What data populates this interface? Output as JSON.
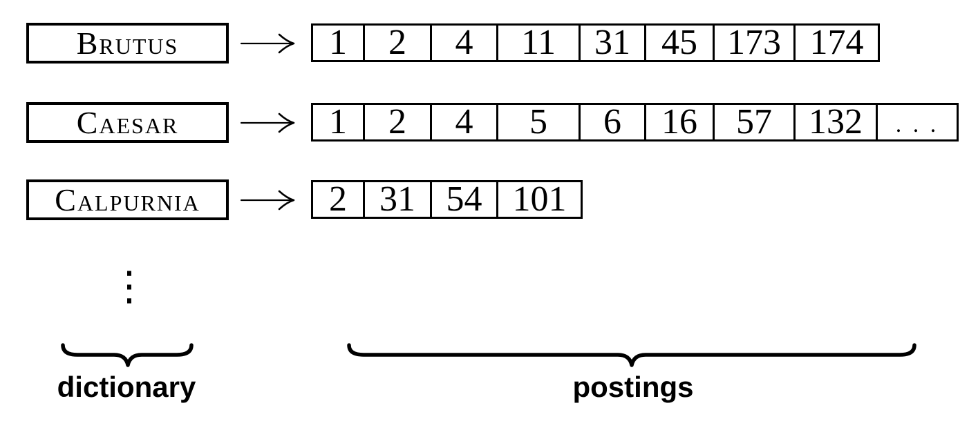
{
  "figure": {
    "type": "inverted-index-diagram",
    "colors": {
      "ink": "#000000",
      "background": "#ffffff"
    },
    "rows": [
      {
        "term": "Brutus",
        "postings": [
          "1",
          "2",
          "4",
          "11",
          "31",
          "45",
          "173",
          "174"
        ]
      },
      {
        "term": "Caesar",
        "postings": [
          "1",
          "2",
          "4",
          "5",
          "6",
          "16",
          "57",
          "132",
          ". . ."
        ]
      },
      {
        "term": "Calpurnia",
        "postings": [
          "2",
          "31",
          "54",
          "101"
        ]
      }
    ],
    "vertical_ellipsis": "⋮",
    "labels": {
      "dictionary": "dictionary",
      "postings": "postings"
    }
  }
}
